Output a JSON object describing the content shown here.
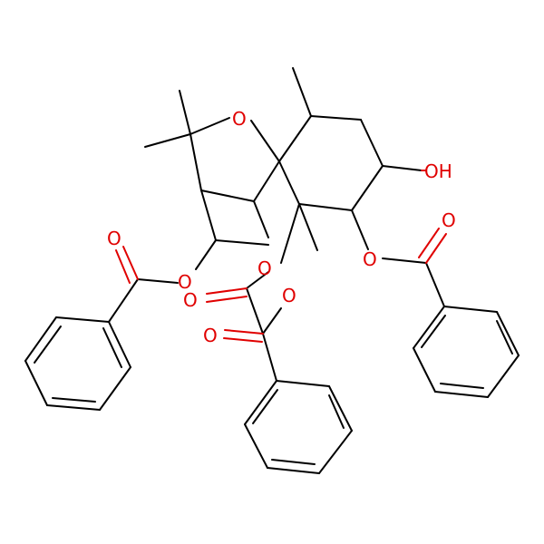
{
  "molecule": {
    "atom_labels": [
      {
        "id": "o-ring",
        "text": "O"
      },
      {
        "id": "o-hydroxyl",
        "text": "OH"
      },
      {
        "id": "o-ester-right",
        "text": "O"
      },
      {
        "id": "o-carbonyl-right",
        "text": "O"
      },
      {
        "id": "o-ester-left",
        "text": "O"
      },
      {
        "id": "o-carbonyl-left",
        "text": "O"
      },
      {
        "id": "o-ester-mid",
        "text": "O"
      },
      {
        "id": "o-carbonyl-mid1",
        "text": "O"
      },
      {
        "id": "o-ester-mid2",
        "text": "O"
      },
      {
        "id": "o-carbonyl-mid2",
        "text": "O"
      }
    ],
    "colors": {
      "carbon_bond": "#000000",
      "oxygen": "#e00000"
    }
  }
}
